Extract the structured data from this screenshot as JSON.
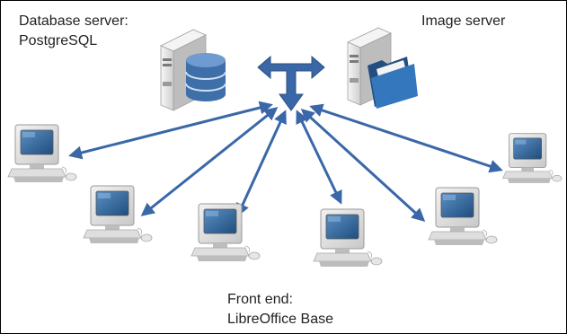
{
  "labels": {
    "database_server": [
      "Database server:",
      "PostgreSQL"
    ],
    "image_server": "Image server",
    "front_end": [
      "Front end:",
      "LibreOffice Base"
    ]
  },
  "nodes": {
    "database_server": {
      "icon": "server-database-icon"
    },
    "image_server": {
      "icon": "server-folder-icon"
    },
    "hub": {
      "icon": "t-junction-arrow-icon"
    },
    "clients": [
      {
        "name": "client-1",
        "icon": "desktop-computer-icon"
      },
      {
        "name": "client-2",
        "icon": "desktop-computer-icon"
      },
      {
        "name": "client-3",
        "icon": "desktop-computer-icon"
      },
      {
        "name": "client-4",
        "icon": "desktop-computer-icon"
      },
      {
        "name": "client-5",
        "icon": "desktop-computer-icon"
      },
      {
        "name": "client-6",
        "icon": "desktop-computer-icon"
      }
    ]
  },
  "colors": {
    "arrow": "#3a67a8",
    "database": "#3e6fa8",
    "folder": "#2f6aa8",
    "server_body": "#e4e4e4",
    "screen": "#2b5d92"
  }
}
